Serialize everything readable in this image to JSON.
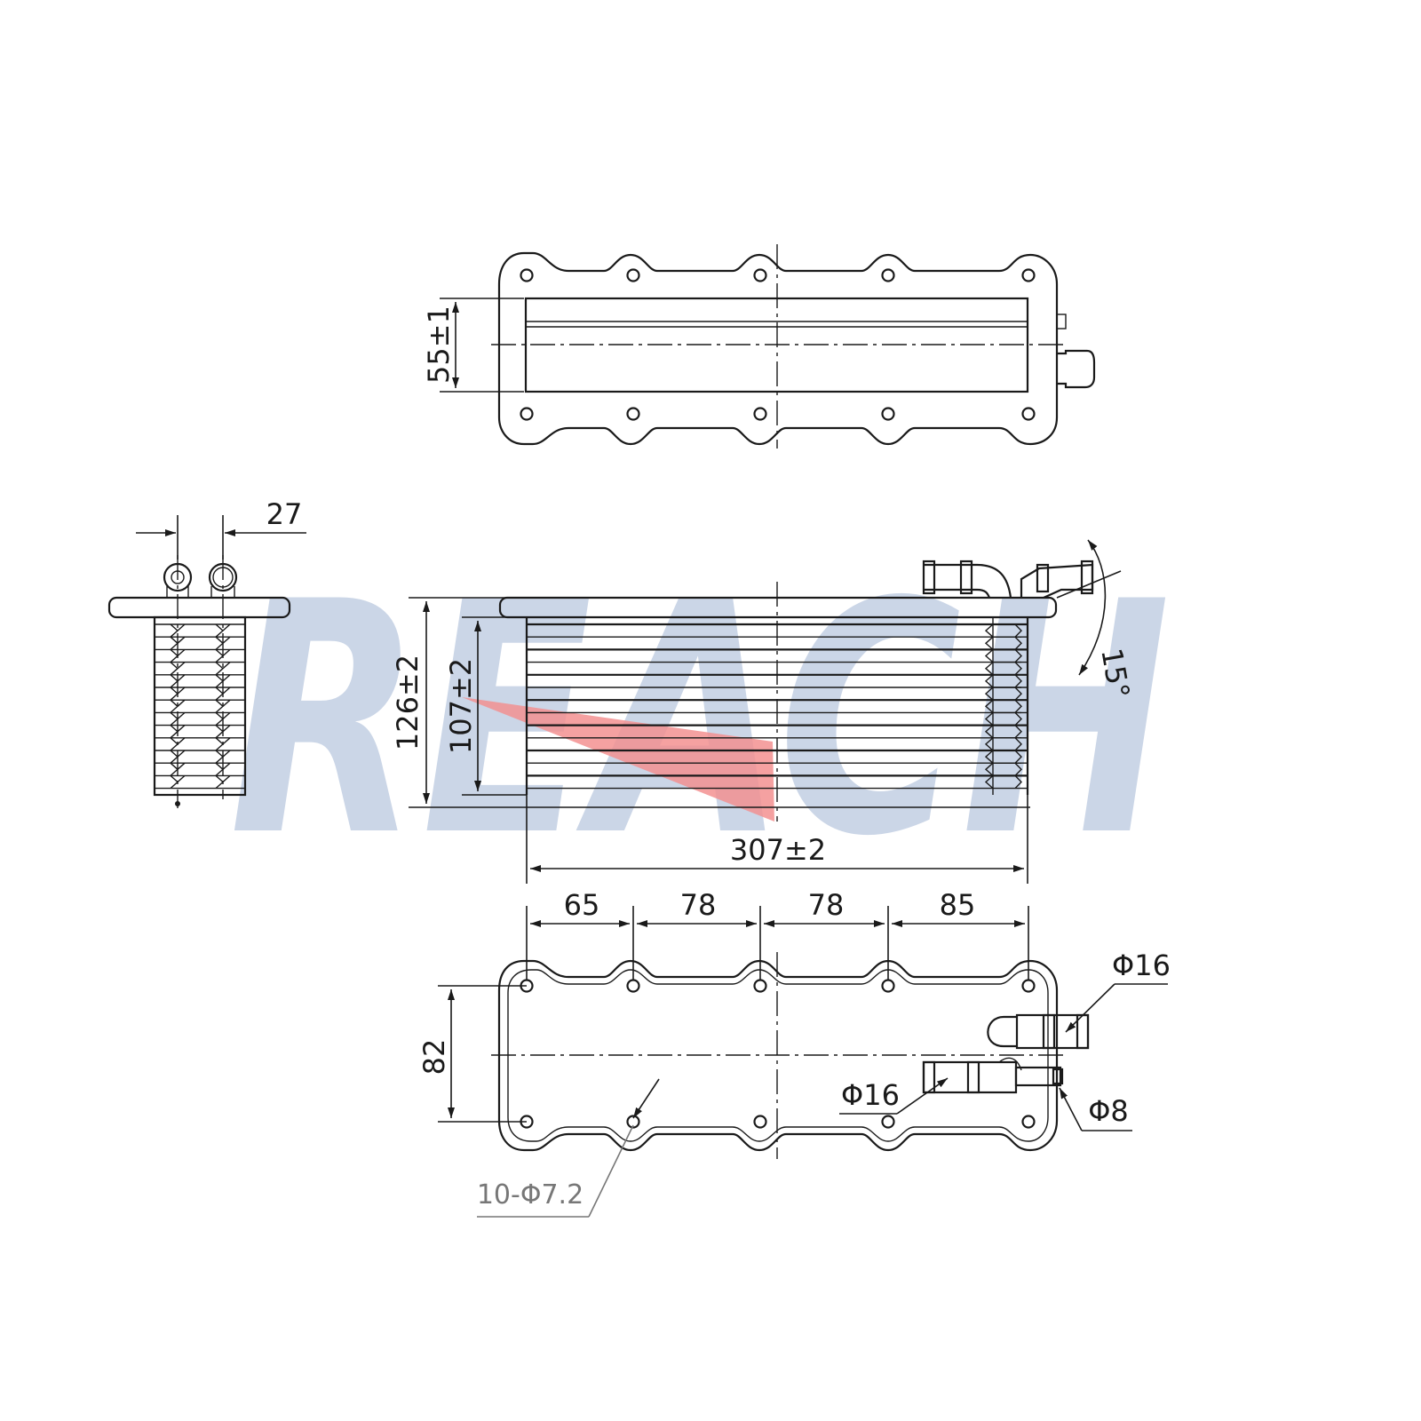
{
  "watermark": {
    "text": "REACH",
    "color": "#c9d4e6",
    "accent": "#f28b8b"
  },
  "dimensions": {
    "depth": "55±1",
    "pipe_spacing": "27",
    "total_height": "126±2",
    "core_height": "107±2",
    "angle": "15°",
    "length": "307±2",
    "hole_spacing_1": "65",
    "hole_spacing_2": "78",
    "hole_spacing_3": "78",
    "hole_spacing_4": "85",
    "width": "82",
    "pipe_dia_top": "Φ16",
    "pipe_dia_bottom": "Φ16",
    "pipe_dia_small": "Φ8",
    "holes": "10-Φ7.2"
  },
  "colors": {
    "line": "#1a1a1a",
    "leader_grey": "#777777"
  }
}
